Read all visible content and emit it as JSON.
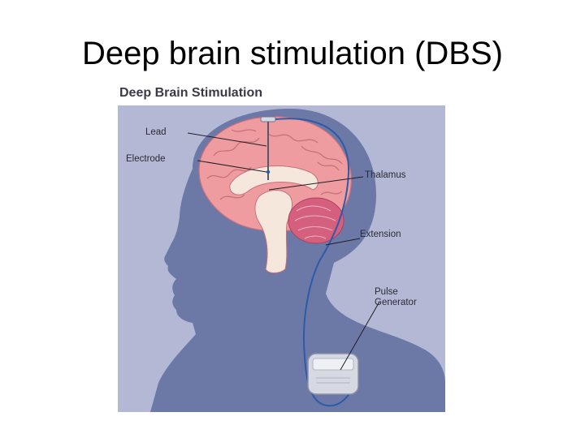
{
  "slide": {
    "title": "Deep brain stimulation (DBS)"
  },
  "figure": {
    "title": "Deep Brain Stimulation",
    "labels": {
      "lead": "Lead",
      "electrode": "Electrode",
      "thalamus": "Thalamus",
      "extension": "Extension",
      "pulse_generator_line1": "Pulse",
      "pulse_generator_line2": "Generator"
    },
    "colors": {
      "background": "#b3b9d5",
      "silhouette": "#6c79a6",
      "brain": "#ee9ca0",
      "cerebellum": "#d4607e",
      "thalamus": "#f6e7dc",
      "wire": "#2e5aa8",
      "device": "#d6d9e2"
    }
  }
}
